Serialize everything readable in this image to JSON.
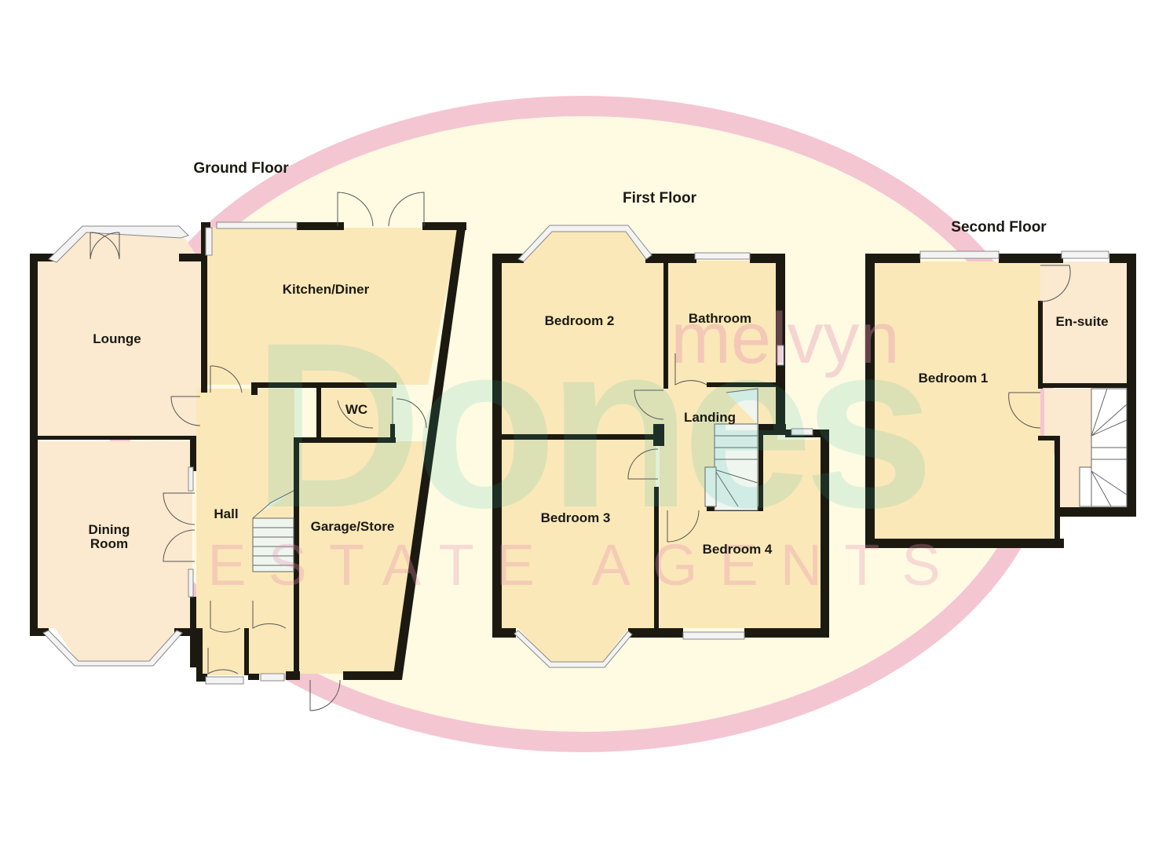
{
  "watermark": {
    "brand_top": "melvyn",
    "brand_main": "Dones",
    "brand_sub": "ESTATE AGENTS",
    "colors": {
      "ring": "#f4c6d2",
      "fill": "#fffbe3",
      "teal": "#2bb7a8",
      "pink": "#e58fb4"
    }
  },
  "colors": {
    "wall": "#1c1a10",
    "room_fill_a": "#fbe8b8",
    "room_fill_b": "#fbe9d0",
    "background": "#ffffff"
  },
  "floors": [
    {
      "title": "Ground Floor",
      "rooms": [
        {
          "name": "Lounge"
        },
        {
          "name": "Kitchen/Diner"
        },
        {
          "name": "WC"
        },
        {
          "name": "Dining",
          "name_line2": "Room"
        },
        {
          "name": "Hall"
        },
        {
          "name": "Garage/Store"
        }
      ]
    },
    {
      "title": "First Floor",
      "rooms": [
        {
          "name": "Bedroom 2"
        },
        {
          "name": "Bathroom"
        },
        {
          "name": "Landing"
        },
        {
          "name": "Bedroom 3"
        },
        {
          "name": "Bedroom 4"
        }
      ]
    },
    {
      "title": "Second Floor",
      "rooms": [
        {
          "name": "Bedroom 1"
        },
        {
          "name": "En-suite"
        }
      ]
    }
  ]
}
